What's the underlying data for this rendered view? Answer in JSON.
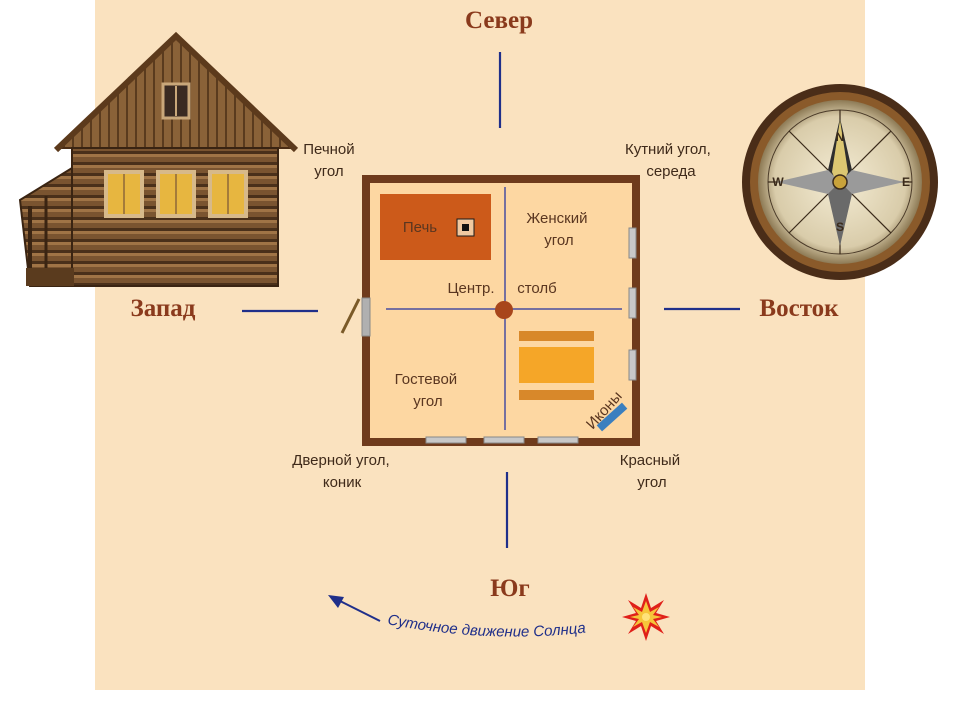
{
  "directions": {
    "north": "Север",
    "south": "Юг",
    "west": "Запад",
    "east": "Восток"
  },
  "corners": {
    "stove_corner": [
      "Печной",
      "угол"
    ],
    "kutny_corner": [
      "Кутний угол,",
      "середа"
    ],
    "door_corner": [
      "Дверной угол,",
      "коник"
    ],
    "red_corner": [
      "Красный",
      "угол"
    ]
  },
  "room": {
    "stove": "Печь",
    "womens_corner": [
      "Женский",
      "угол"
    ],
    "central_post": [
      "Центр.",
      "столб"
    ],
    "guest_corner": [
      "Гостевой",
      "угол"
    ],
    "icons": "Иконы"
  },
  "sun_path": "Суточное движение Солнца",
  "icons": [
    "log-house-icon",
    "compass-icon",
    "sun-icon",
    "arrow-icon"
  ],
  "colors": {
    "background": "#fae2bf",
    "room_floor": "#fdd7a2",
    "walls": "#6f3b1c",
    "stove": "#cc5a1a",
    "post": "#a8461b",
    "table": "#f5a628",
    "axis_lines": "#1f2f8a",
    "direction_text": "#8a3a1c",
    "icon_shelf": "#3b7fbf"
  }
}
